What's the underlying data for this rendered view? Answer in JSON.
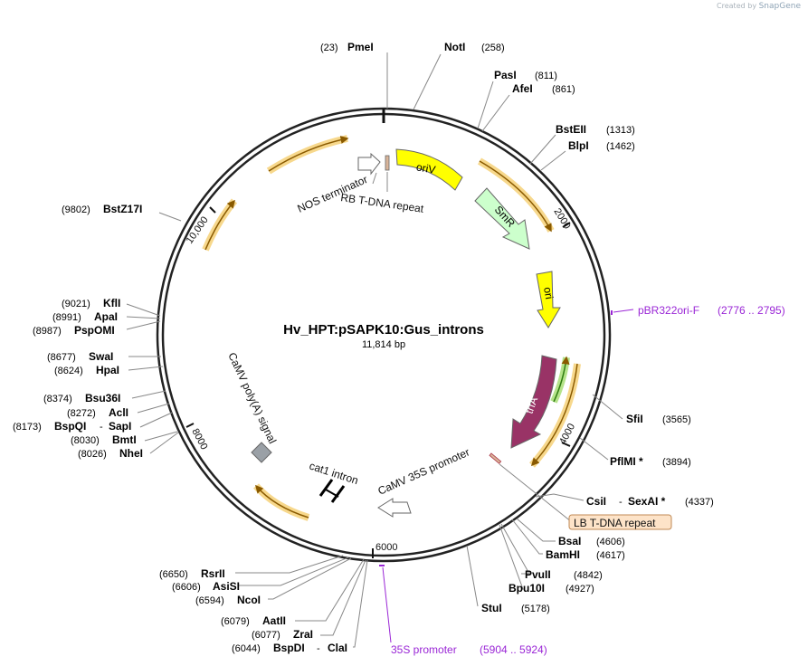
{
  "credit": {
    "created_by": "Created by",
    "brand": "SnapGene"
  },
  "plasmid": {
    "name": "Hv_HPT:pSAPK10:Gus_introns",
    "size": "11,814 bp"
  },
  "ticks": [
    "2000",
    "4000",
    "6000",
    "8000",
    "10,000"
  ],
  "enzymes": [
    {
      "name": "PmeI",
      "pos": "(23)"
    },
    {
      "name": "NotI",
      "pos": "(258)"
    },
    {
      "name": "PasI",
      "pos": "(811)"
    },
    {
      "name": "AfeI",
      "pos": "(861)"
    },
    {
      "name": "BstEII",
      "pos": "(1313)"
    },
    {
      "name": "BlpI",
      "pos": "(1462)"
    },
    {
      "name": "SfiI",
      "pos": "(3565)"
    },
    {
      "name": "PflMI *",
      "pos": "(3894)"
    },
    {
      "name": "CsiI",
      "sep": "-",
      "name2": "SexAI *",
      "pos": "(4337)"
    },
    {
      "name": "BsaI",
      "pos": "(4606)"
    },
    {
      "name": "BamHI",
      "pos": "(4617)"
    },
    {
      "name": "PvuII",
      "pos": "(4842)"
    },
    {
      "name": "Bpu10I",
      "pos": "(4927)"
    },
    {
      "name": "StuI",
      "pos": "(5178)"
    },
    {
      "name": "RsrII",
      "pos": "(6650)"
    },
    {
      "name": "AsiSI",
      "pos": "(6606)"
    },
    {
      "name": "NcoI",
      "pos": "(6594)"
    },
    {
      "name": "AatII",
      "pos": "(6079)"
    },
    {
      "name": "ZraI",
      "pos": "(6077)"
    },
    {
      "name": "BspDI",
      "sep": "-",
      "name2": "ClaI",
      "pos": "(6044)"
    },
    {
      "name": "KflI",
      "pos": "(9021)"
    },
    {
      "name": "ApaI",
      "pos": "(8991)"
    },
    {
      "name": "PspOMI",
      "pos": "(8987)"
    },
    {
      "name": "SwaI",
      "pos": "(8677)"
    },
    {
      "name": "HpaI",
      "pos": "(8624)"
    },
    {
      "name": "Bsu36I",
      "pos": "(8374)"
    },
    {
      "name": "AclI",
      "pos": "(8272)"
    },
    {
      "name": "BspQI",
      "sep": "-",
      "name2": "SapI",
      "pos": "(8173)"
    },
    {
      "name": "BmtI",
      "pos": "(8030)"
    },
    {
      "name": "NheI",
      "pos": "(8026)"
    },
    {
      "name": "BstZ17I",
      "pos": "(9802)"
    }
  ],
  "features": {
    "oriV": "oriV",
    "SmR": "SmR",
    "ori": "ori",
    "trfA": "trfA",
    "nos_terminator": "NOS terminator",
    "rb_repeat": "RB T-DNA repeat",
    "camv_polya": "CaMV poly(A) signal",
    "cat1_intron": "cat1 intron",
    "camv_35s": "CaMV 35S promoter",
    "lb_repeat": "LB T-DNA repeat"
  },
  "primers": [
    {
      "name": "pBR322ori-F",
      "range": "(2776 .. 2795)"
    },
    {
      "name": "35S promoter",
      "range": "(5904 .. 5924)"
    }
  ],
  "colors": {
    "backbone": "#222222",
    "orf_orange": "#f2b84b",
    "orf_stroke": "#8a5a00",
    "oriV_fill": "#ffff00",
    "smr_fill": "#ccffcc",
    "trfa_fill": "#993366",
    "primer": "#9a26d6",
    "lb_fill": "#fde3c8"
  }
}
